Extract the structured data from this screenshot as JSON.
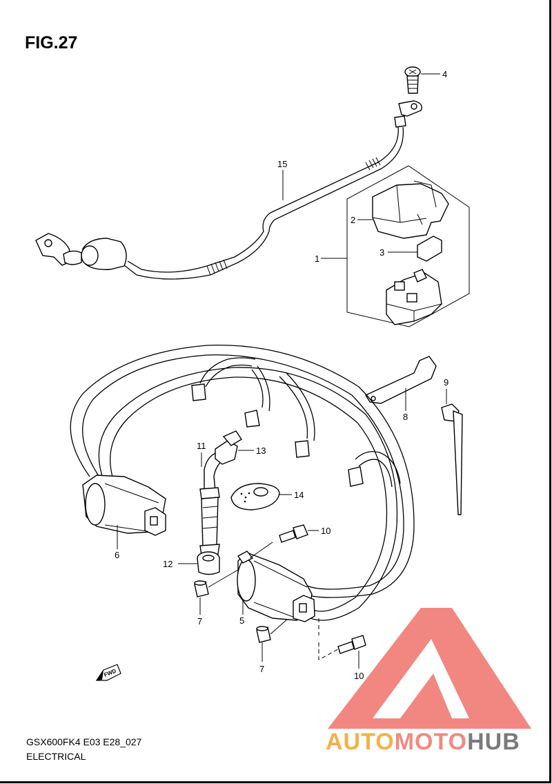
{
  "figure": {
    "title": "FIG.27"
  },
  "footer": {
    "code": "GSX600FK4 E03 E28_027",
    "section": "ELECTRICAL"
  },
  "fwd_label": "FWD",
  "watermark": {
    "part1": "AUTO",
    "part2": "MOTO",
    "part3": "HUB",
    "colors": {
      "auto": "#f5b04a",
      "moto": "#f08a82",
      "hub": "#7a7a7a",
      "logo": "#f07a72"
    }
  },
  "callouts": {
    "c1": "1",
    "c2": "2",
    "c3": "3",
    "c4": "4",
    "c5": "5",
    "c6": "6",
    "c7a": "7",
    "c7b": "7",
    "c8": "8",
    "c9": "9",
    "c10a": "10",
    "c10b": "10",
    "c11": "11",
    "c12": "12",
    "c13": "13",
    "c14": "14",
    "c15": "15"
  }
}
